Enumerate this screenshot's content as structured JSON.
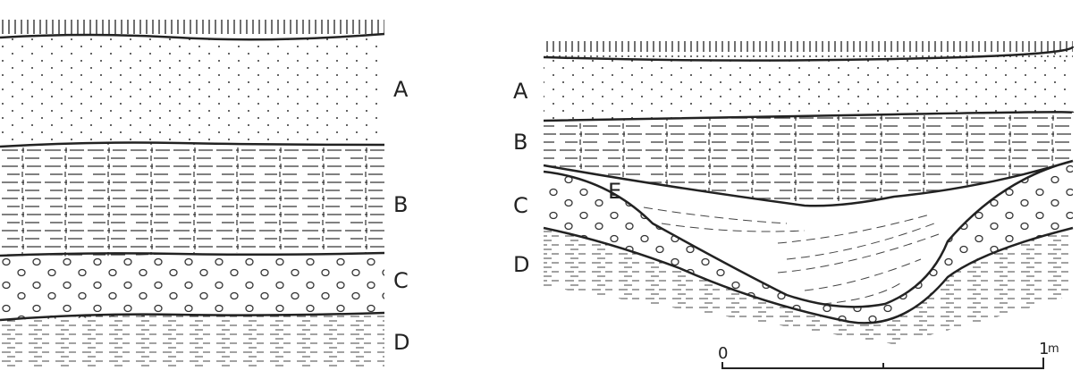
{
  "left_section": {
    "labels": [
      "A",
      "B",
      "C",
      "D"
    ]
  },
  "right_section": {
    "labels": [
      "A",
      "B",
      "C",
      "D",
      "E"
    ]
  },
  "scale_bar": {
    "start": "0",
    "end": "1",
    "unit": "m"
  },
  "colors": {
    "ink": "#222222",
    "paper": "#ffffff"
  }
}
